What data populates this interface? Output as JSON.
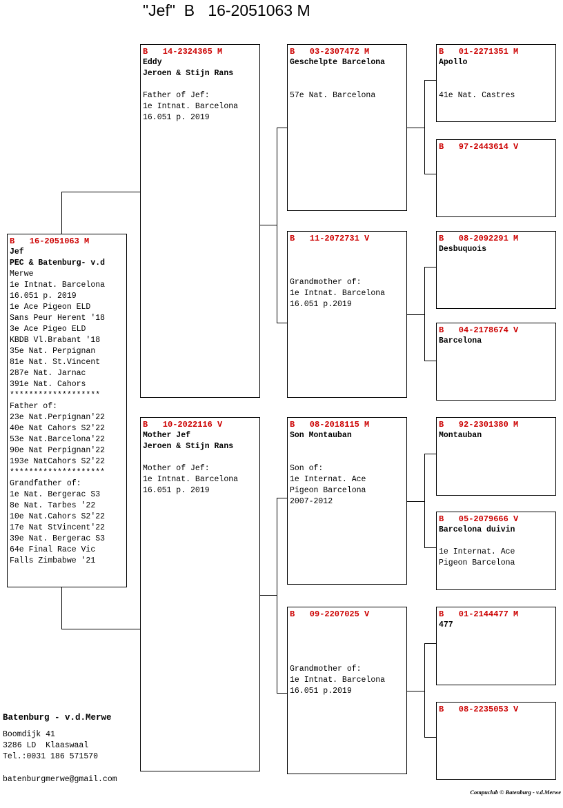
{
  "title": {
    "name": "\"Jef\"",
    "country": "B",
    "ring": "16-2051063 M"
  },
  "subject": {
    "ring": "B   16-2051063 M",
    "name": "Jef",
    "owner1": "PEC & Batenburg- v.d",
    "owner2": "Merwe",
    "lines": [
      "1e Intnat. Barcelona",
      "16.051 p. 2019",
      "1e Ace Pigeon ELD",
      "Sans Peur Herent '18",
      "3e Ace Pigeo ELD",
      "KBDB Vl.Brabant '18",
      "35e Nat. Perpignan",
      "81e Nat. St.Vincent",
      "287e Nat. Jarnac",
      "391e Nat. Cahors",
      "*******************",
      "Father of:",
      "23e Nat.Perpignan'22",
      "40e Nat Cahors S2'22",
      "53e Nat.Barcelona'22",
      "90e Nat Perpignan'22",
      "193e NatCahors S2'22",
      "********************",
      "Grandfather of:",
      "1e Nat. Bergerac S3",
      "8e Nat. Tarbes '22",
      "10e Nat.Cahors S2'22",
      "17e Nat StVincent'22",
      "39e Nat. Bergerac S3",
      "64e Final Race Vic",
      "Falls Zimbabwe '21"
    ]
  },
  "father": {
    "ring": "B   14-2324365 M",
    "name": "Eddy",
    "owner": "Jeroen & Stijn Rans",
    "lines": [
      "Father of Jef:",
      "1e Intnat. Barcelona",
      "16.051 p. 2019"
    ]
  },
  "mother": {
    "ring": "B   10-2022116 V",
    "name": "Mother Jef",
    "owner": "Jeroen & Stijn Rans",
    "lines": [
      "Mother of Jef:",
      "1e Intnat. Barcelona",
      "16.051 p. 2019"
    ]
  },
  "ff": {
    "ring": "B   03-2307472 M",
    "name": "Geschelpte Barcelona",
    "lines": [
      "57e Nat. Barcelona"
    ]
  },
  "fm": {
    "ring": "B   11-2072731 V",
    "lines": [
      "Grandmother of:",
      "1e Intnat. Barcelona",
      "16.051 p.2019"
    ]
  },
  "mf": {
    "ring": "B   08-2018115 M",
    "name": "Son Montauban",
    "lines": [
      "Son of:",
      "1e Internat. Ace",
      "Pigeon Barcelona",
      "2007-2012"
    ]
  },
  "mm": {
    "ring": "B   09-2207025 V",
    "lines": [
      "Grandmother of:",
      "1e Intnat. Barcelona",
      "16.051 p.2019"
    ]
  },
  "fff": {
    "ring": "B   01-2271351 M",
    "name": "Apollo",
    "lines": [
      "41e Nat. Castres"
    ]
  },
  "ffm": {
    "ring": "B   97-2443614 V"
  },
  "fmf": {
    "ring": "B   08-2092291 M",
    "name": "Desbuquois"
  },
  "fmm": {
    "ring": "B   04-2178674 V",
    "name": "Barcelona"
  },
  "mff": {
    "ring": "B   92-2301380 M",
    "name": "Montauban"
  },
  "mfm": {
    "ring": "B   05-2079666 V",
    "name": "Barcelona duivin",
    "lines": [
      "1e Internat. Ace",
      "Pigeon Barcelona"
    ]
  },
  "mmf": {
    "ring": "B   01-2144477 M",
    "name": "477"
  },
  "mmm": {
    "ring": "B   08-2235053 V"
  },
  "breeder": {
    "name": "Batenburg - v.d.Merwe",
    "street": "Boomdijk 41",
    "city": "3286 LD  Klaaswaal",
    "phone": "Tel.:0031 186 571570",
    "email": "batenburgmerwe@gmail.com"
  },
  "footer": "Compuclub © Batenburg - v.d.Merwe"
}
